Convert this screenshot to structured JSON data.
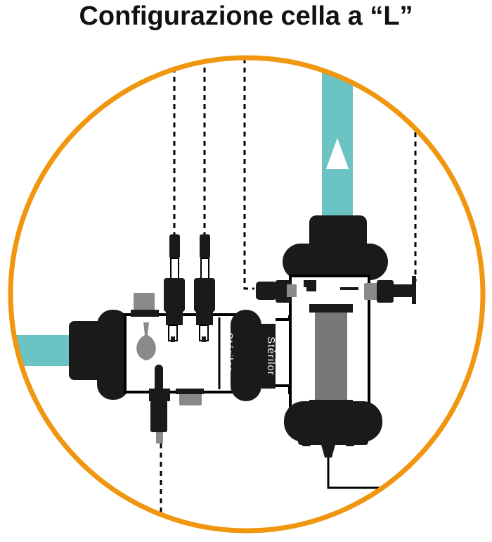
{
  "title": "Configurazione cella a “L”",
  "brand_labels": {
    "left": "Stérilor",
    "right": "Stérilor"
  },
  "colors": {
    "circle": "#F0960F",
    "pipe": "#6CC3C4",
    "body": "#1A1A1A",
    "grey": "#8A8A8A",
    "lamp": "#777777",
    "line": "#000000"
  },
  "icons": [
    "flow-arrow-icon"
  ]
}
